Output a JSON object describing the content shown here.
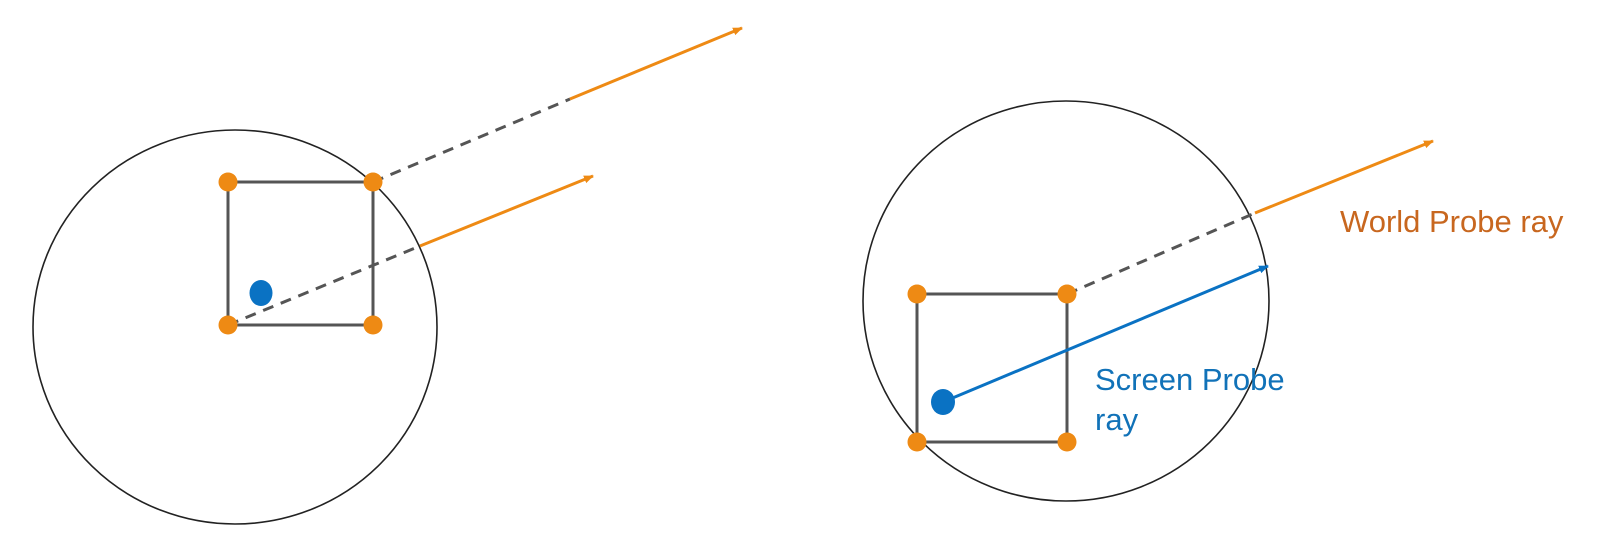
{
  "colors": {
    "orange": "#ee8a14",
    "blue": "#0a72c3",
    "gray_line": "#555555",
    "dashed": "#555555",
    "circle": "#222222",
    "world_label_color": "#c8671f",
    "screen_label_color": "#1172b8"
  },
  "labels": {
    "world_probe": "World Probe ray",
    "screen_probe_line1": "Screen Probe",
    "screen_probe_line2": "ray"
  },
  "icons": {
    "probe_corner": "orange-dot-icon",
    "pixel_position": "blue-dot-icon"
  }
}
